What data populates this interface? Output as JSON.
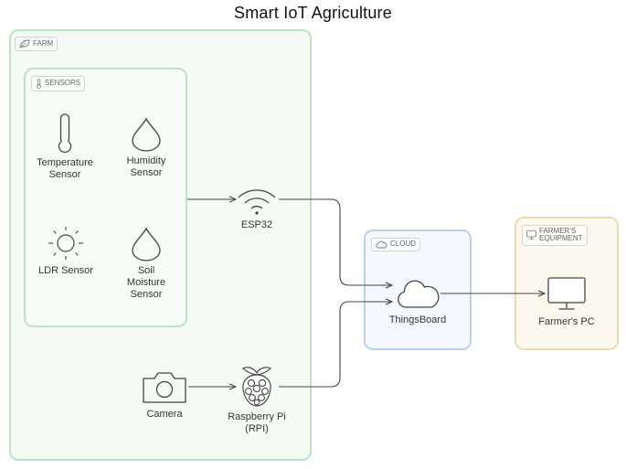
{
  "title": "Smart IoT Agriculture",
  "groups": {
    "farm": "FARM",
    "sensors": "SENSORS",
    "cloud": "CLOUD",
    "equipment": [
      "FARMER'S",
      "EQUIPMENT"
    ]
  },
  "nodes": {
    "temperature": [
      "Temperature",
      "Sensor"
    ],
    "humidity": [
      "Humidity",
      "Sensor"
    ],
    "ldr": [
      "LDR Sensor"
    ],
    "soil": [
      "Soil",
      "Moisture",
      "Sensor"
    ],
    "esp32": [
      "ESP32"
    ],
    "camera": [
      "Camera"
    ],
    "raspberry": [
      "Raspberry Pi",
      "(RPI)"
    ],
    "thingsboard": [
      "ThingsBoard"
    ],
    "farmer_pc": [
      "Farmer's PC"
    ]
  },
  "colors": {
    "farm_border": "#b9e4bf",
    "cloud_border": "#bcd0ee",
    "equipment_border": "#eed9b4",
    "edge": "#444444"
  },
  "icons": {
    "temperature": "thermometer-icon",
    "humidity": "droplet-icon",
    "ldr": "sun-icon",
    "soil": "droplet-icon",
    "esp32": "wifi-icon",
    "camera": "camera-icon",
    "raspberry": "raspberry-pi-icon",
    "thingsboard": "cloud-icon",
    "farmer_pc": "monitor-icon"
  }
}
